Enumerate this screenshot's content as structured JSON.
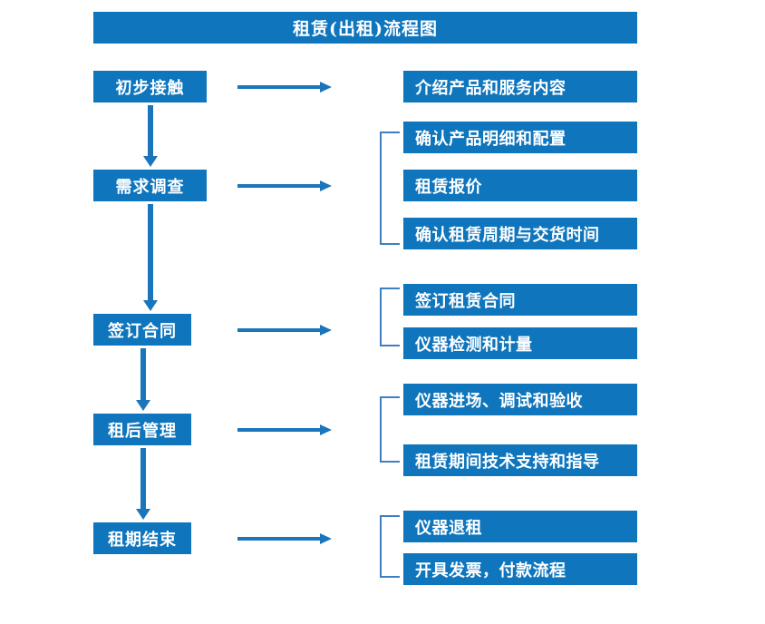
{
  "title": "租赁(出租)流程图",
  "colors": {
    "box_fill": "#0f75bc",
    "box_text": "#ffffff",
    "arrow": "#1a75bb",
    "bracket": "#3f7fc1",
    "background": "#ffffff"
  },
  "stages": [
    {
      "label": "初步接触"
    },
    {
      "label": "需求调查"
    },
    {
      "label": "签订合同"
    },
    {
      "label": "租后管理"
    },
    {
      "label": "租期结束"
    }
  ],
  "details": {
    "group1": [
      {
        "label": "介绍产品和服务内容"
      }
    ],
    "group2": [
      {
        "label": "确认产品明细和配置"
      },
      {
        "label": "租赁报价"
      },
      {
        "label": "确认租赁周期与交货时间"
      }
    ],
    "group3": [
      {
        "label": "签订租赁合同"
      },
      {
        "label": "仪器检测和计量"
      }
    ],
    "group4": [
      {
        "label": "仪器进场、调试和验收"
      },
      {
        "label": "租赁期间技术支持和指导"
      }
    ],
    "group5": [
      {
        "label": "仪器退租"
      },
      {
        "label": "开具发票，付款流程"
      }
    ]
  }
}
